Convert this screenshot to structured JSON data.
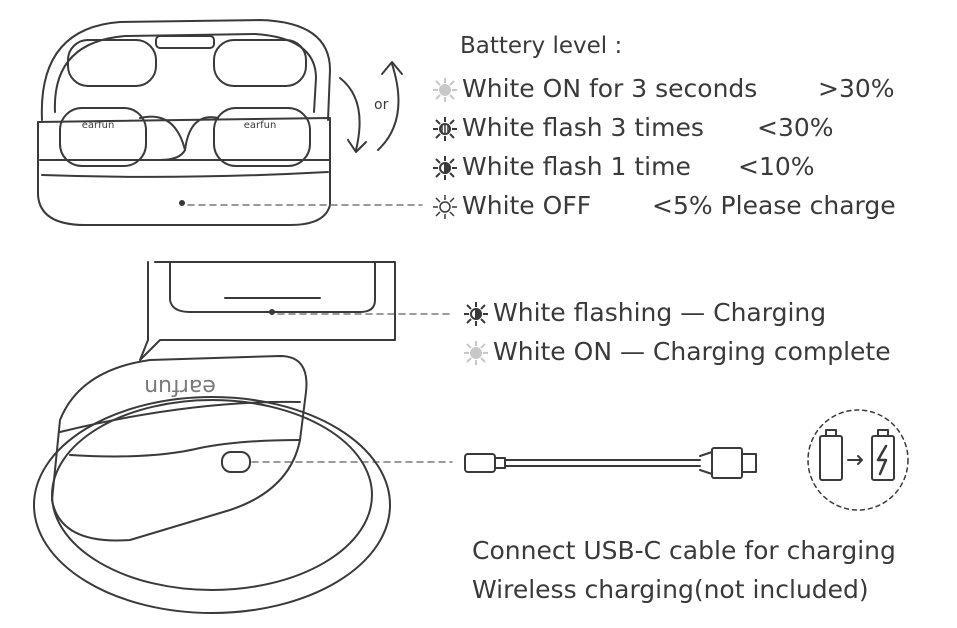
{
  "battery": {
    "heading": "Battery level :",
    "rows": [
      {
        "label": "White ON for 3 seconds",
        "value": ">30%",
        "icon": "led-on-icon"
      },
      {
        "label": "White flash 3 times",
        "value": "<30%",
        "icon": "led-flash-3-icon"
      },
      {
        "label": "White flash 1 time",
        "value": "<10%",
        "icon": "led-flash-1-icon"
      },
      {
        "label": "White OFF",
        "value": "<5%  Please charge",
        "icon": "led-off-icon"
      }
    ]
  },
  "rotate_label": "or",
  "brand_text": "earfun",
  "charging": {
    "rows": [
      {
        "label": "White flashing — Charging",
        "icon": "led-flashing-icon"
      },
      {
        "label": "White ON — Charging complete",
        "icon": "led-on-icon"
      }
    ]
  },
  "instructions": {
    "line1": "Connect USB-C cable for charging",
    "line2": "Wireless charging(not included)"
  },
  "colors": {
    "line": "#3a3a3a",
    "led_on": "#c8c8c8",
    "dashed": "#7a7a7a"
  }
}
